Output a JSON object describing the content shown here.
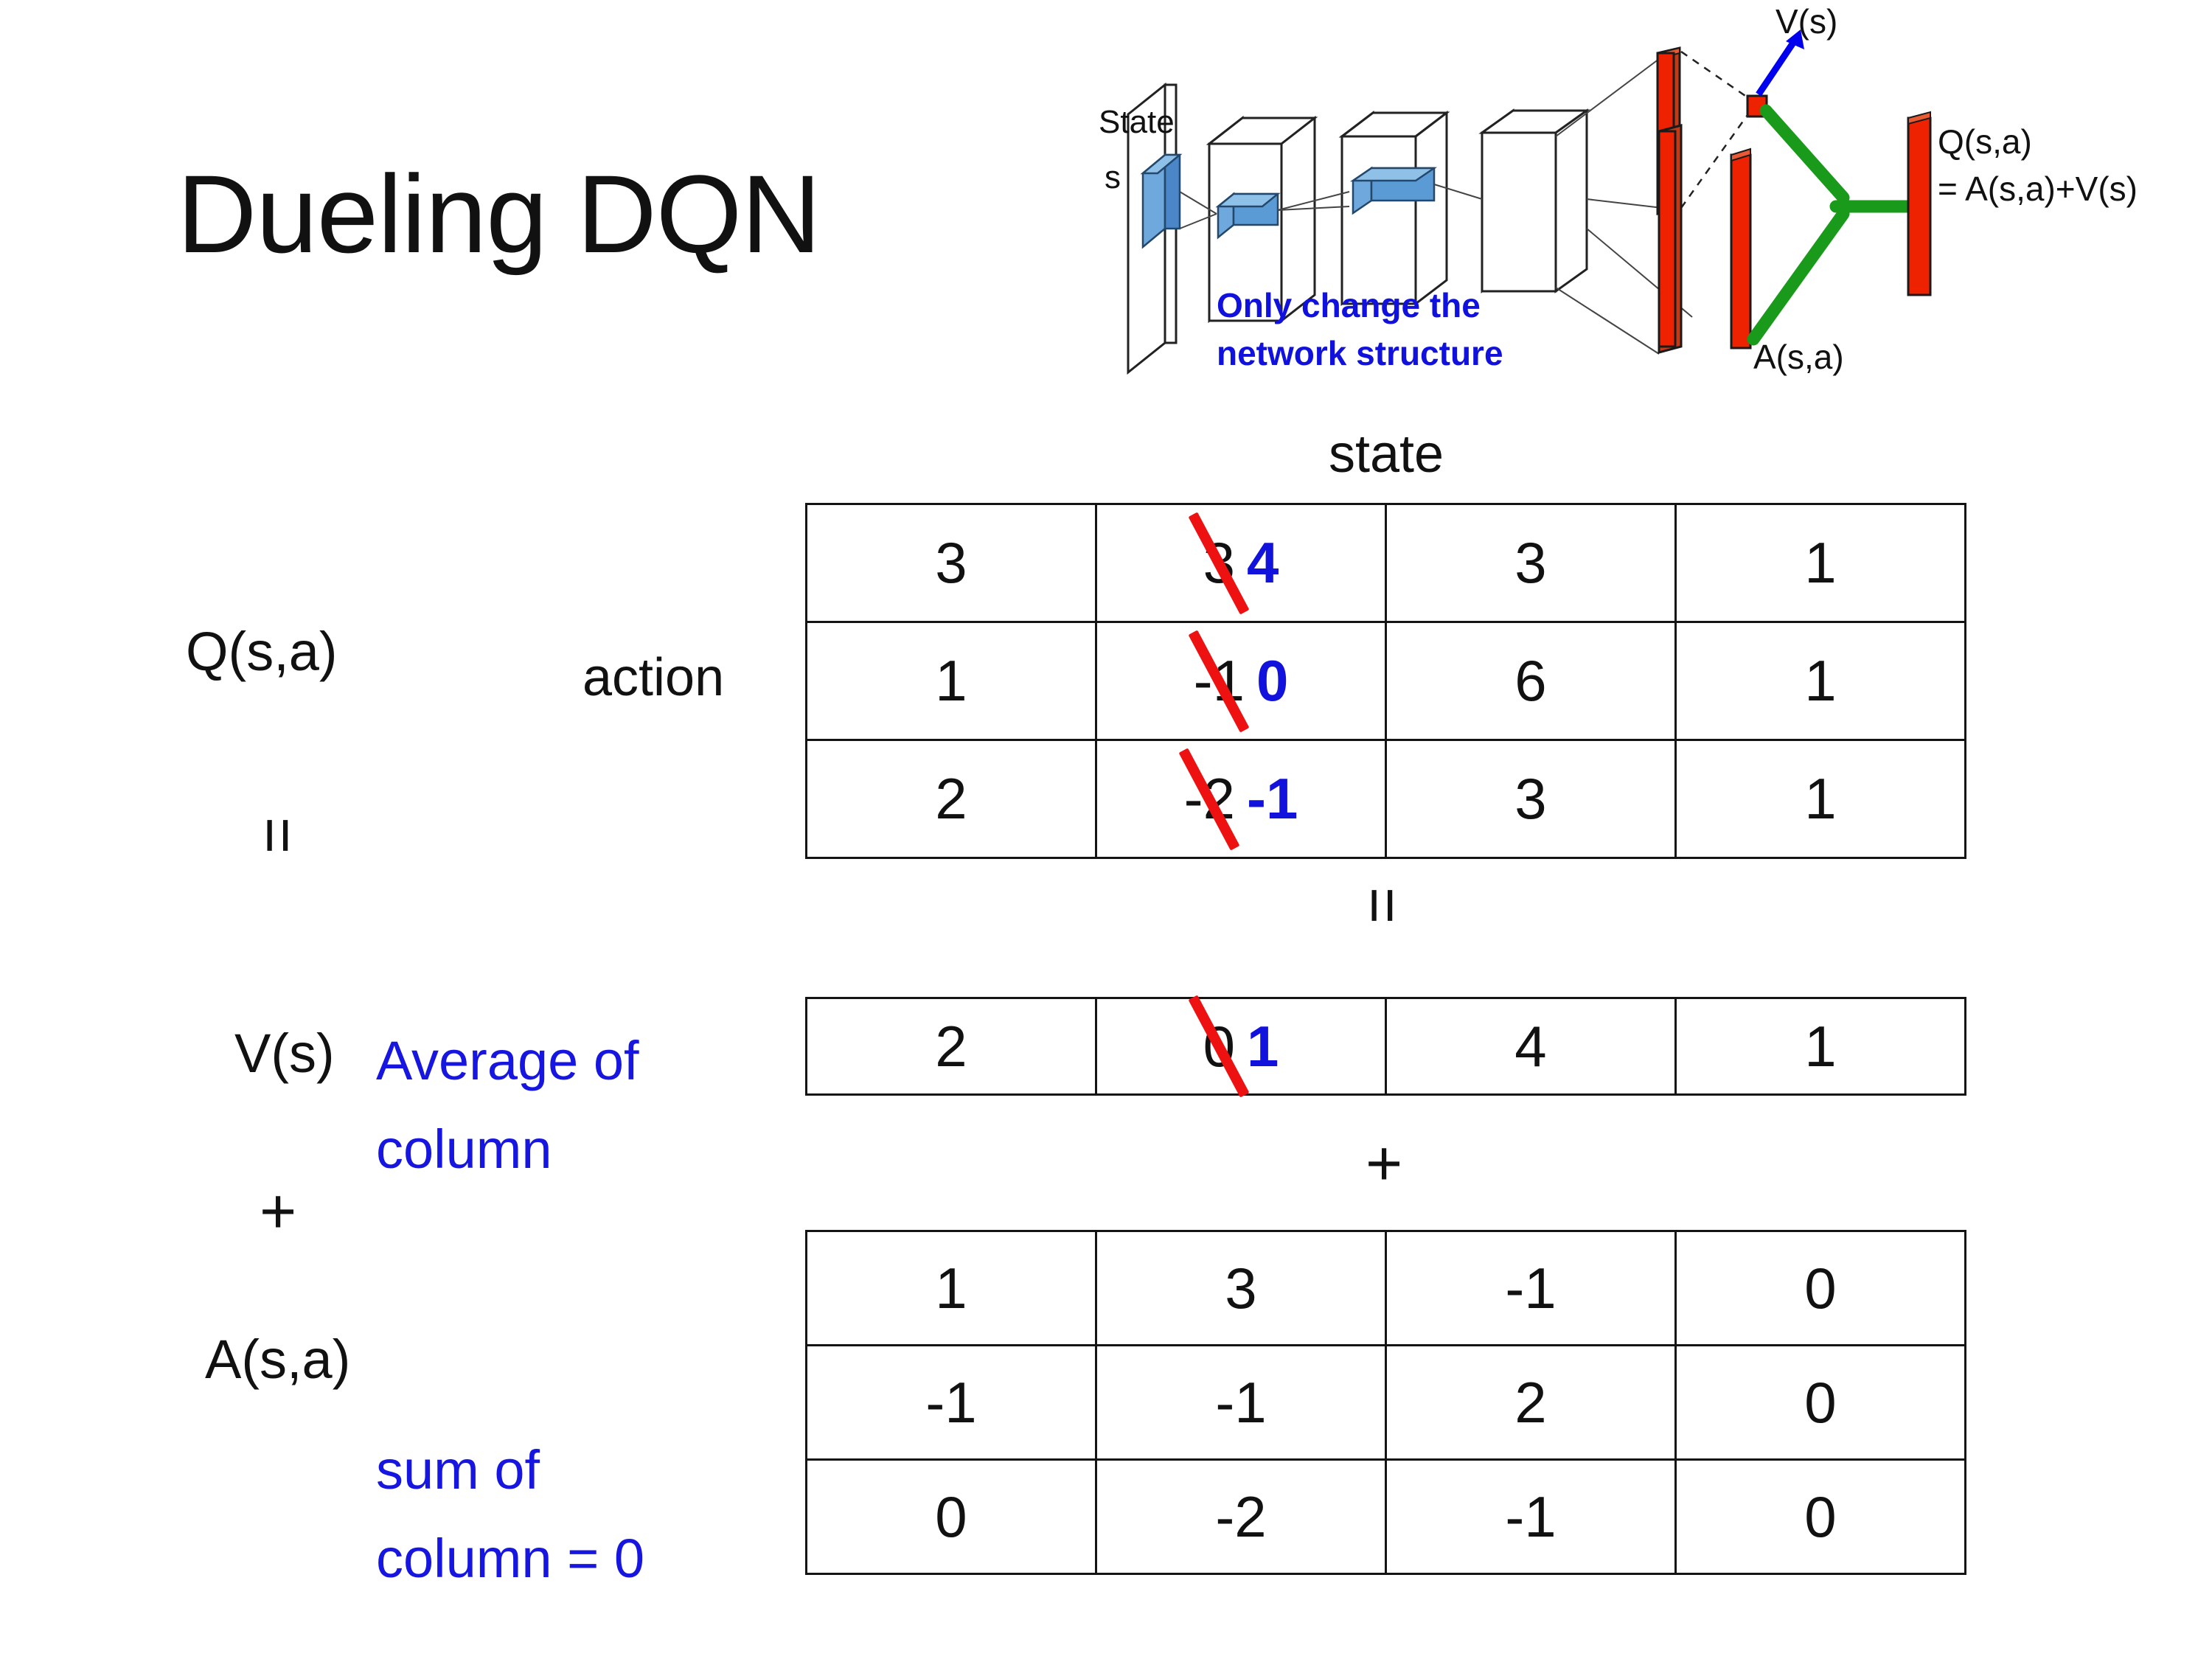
{
  "slide": {
    "title": "Dueling DQN"
  },
  "diagram": {
    "state_label_line1": "State",
    "state_label_line2": "s",
    "note_line1": "Only change the",
    "note_line2": "network structure",
    "v_label": "V(s)",
    "a_label": "A(s,a)",
    "q_label_line1": "Q(s,a)",
    "q_label_line2": "= A(s,a)+V(s)",
    "colors": {
      "note_blue": "#1111dd",
      "arrow_blue": "#0000ee",
      "bar_red": "#ee2200",
      "merge_green": "#1a9a1a",
      "cube_blue": "#5b9bd5"
    }
  },
  "labels": {
    "q_label": "Q(s,a)",
    "equals_1": "=",
    "v_label": "V(s)",
    "v_note_line1": "Average of",
    "v_note_line2": "column",
    "plus_left": "+",
    "a_label": "A(s,a)",
    "a_note_line1": "sum of",
    "a_note_line2": "column = 0",
    "state_caption": "state",
    "action_caption": "action",
    "equals_mid": "=",
    "plus_mid": "+"
  },
  "colors": {
    "text_black": "#111111",
    "annotation_blue": "#1616e0",
    "edit_blue": "#1212dd",
    "strike_red": "#ee1111",
    "border": "#141414"
  },
  "tables": {
    "q_table": {
      "name": "Q(s,a)",
      "rows": [
        [
          {
            "value": "3"
          },
          {
            "value": "3",
            "struck": true,
            "new_value": "4"
          },
          {
            "value": "3"
          },
          {
            "value": "1"
          }
        ],
        [
          {
            "value": "1"
          },
          {
            "value": "-1",
            "struck": true,
            "new_value": "0"
          },
          {
            "value": "6"
          },
          {
            "value": "1"
          }
        ],
        [
          {
            "value": "2"
          },
          {
            "value": "-2",
            "struck": true,
            "new_value": "-1"
          },
          {
            "value": "3"
          },
          {
            "value": "1"
          }
        ]
      ]
    },
    "v_table": {
      "name": "V(s)",
      "rows": [
        [
          {
            "value": "2"
          },
          {
            "value": "0",
            "struck": true,
            "new_value": "1"
          },
          {
            "value": "4"
          },
          {
            "value": "1"
          }
        ]
      ]
    },
    "a_table": {
      "name": "A(s,a)",
      "rows": [
        [
          {
            "value": "1"
          },
          {
            "value": "3"
          },
          {
            "value": "-1"
          },
          {
            "value": "0"
          }
        ],
        [
          {
            "value": "-1"
          },
          {
            "value": "-1"
          },
          {
            "value": "2"
          },
          {
            "value": "0"
          }
        ],
        [
          {
            "value": "0"
          },
          {
            "value": "-2"
          },
          {
            "value": "-1"
          },
          {
            "value": "0"
          }
        ]
      ]
    }
  }
}
